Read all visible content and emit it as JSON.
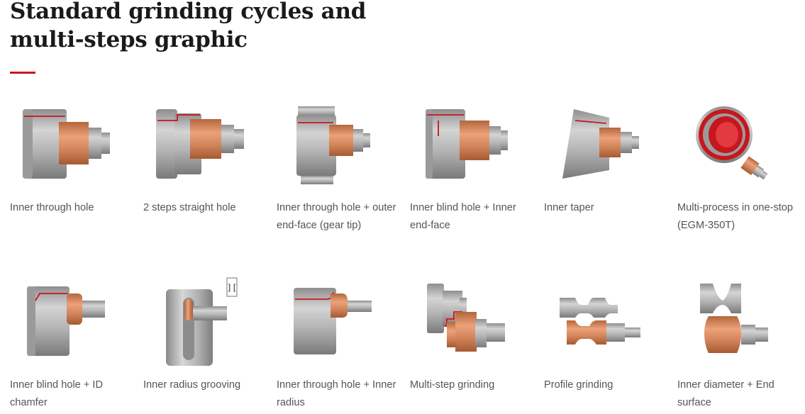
{
  "title_line1": "Standard grinding cycles and",
  "title_line2": "multi-steps graphic",
  "colors": {
    "accent": "#c8161e",
    "metal": "#a8a8a8",
    "copper": "#d2845a",
    "text": "#555555"
  },
  "items": [
    {
      "label": "Inner through hole",
      "icon": "inner-through-hole-icon"
    },
    {
      "label": "2 steps straight hole",
      "icon": "two-steps-straight-hole-icon"
    },
    {
      "label": "Inner through hole + outer end-face (gear tip)",
      "icon": "through-hole-end-face-icon"
    },
    {
      "label": "Inner blind hole + Inner end-face",
      "icon": "blind-hole-end-face-icon"
    },
    {
      "label": "Inner taper",
      "icon": "inner-taper-icon"
    },
    {
      "label": "Multi-process in one-stop (EGM-350T)",
      "icon": "multi-process-icon"
    },
    {
      "label": "Inner blind hole + ID chamfer",
      "icon": "blind-hole-chamfer-icon"
    },
    {
      "label": "Inner radius grooving",
      "icon": "radius-grooving-icon"
    },
    {
      "label": "Inner through hole + Inner radius",
      "icon": "through-hole-radius-icon"
    },
    {
      "label": "Multi-step grinding",
      "icon": "multi-step-grinding-icon"
    },
    {
      "label": "Profile grinding",
      "icon": "profile-grinding-icon"
    },
    {
      "label": "Inner diameter + End surface",
      "icon": "inner-diameter-end-surface-icon"
    }
  ]
}
